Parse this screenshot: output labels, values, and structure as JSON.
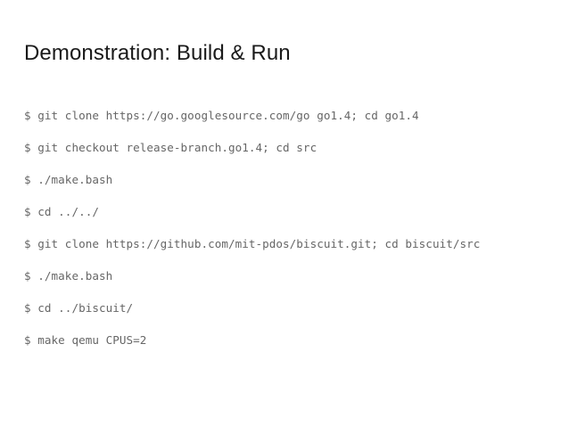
{
  "slide": {
    "title": "Demonstration: Build & Run",
    "background_color": "#ffffff",
    "title_color": "#1a1a1a",
    "command_color": "#666666",
    "prompt": "$",
    "commands": [
      {
        "prompt": "$",
        "text": "git clone https://go.googlesource.com/go go1.4; cd go1.4"
      },
      {
        "prompt": "$",
        "text": "git checkout release-branch.go1.4; cd src"
      },
      {
        "prompt": "$",
        "text": "./make.bash"
      },
      {
        "prompt": "$",
        "text": "cd ../../"
      },
      {
        "prompt": "$",
        "text": "git clone https://github.com/mit-pdos/biscuit.git; cd biscuit/src"
      },
      {
        "prompt": "$",
        "text": "./make.bash"
      },
      {
        "prompt": "$",
        "text": "cd ../biscuit/"
      },
      {
        "prompt": "$",
        "text": "make qemu CPUS=2"
      }
    ]
  }
}
